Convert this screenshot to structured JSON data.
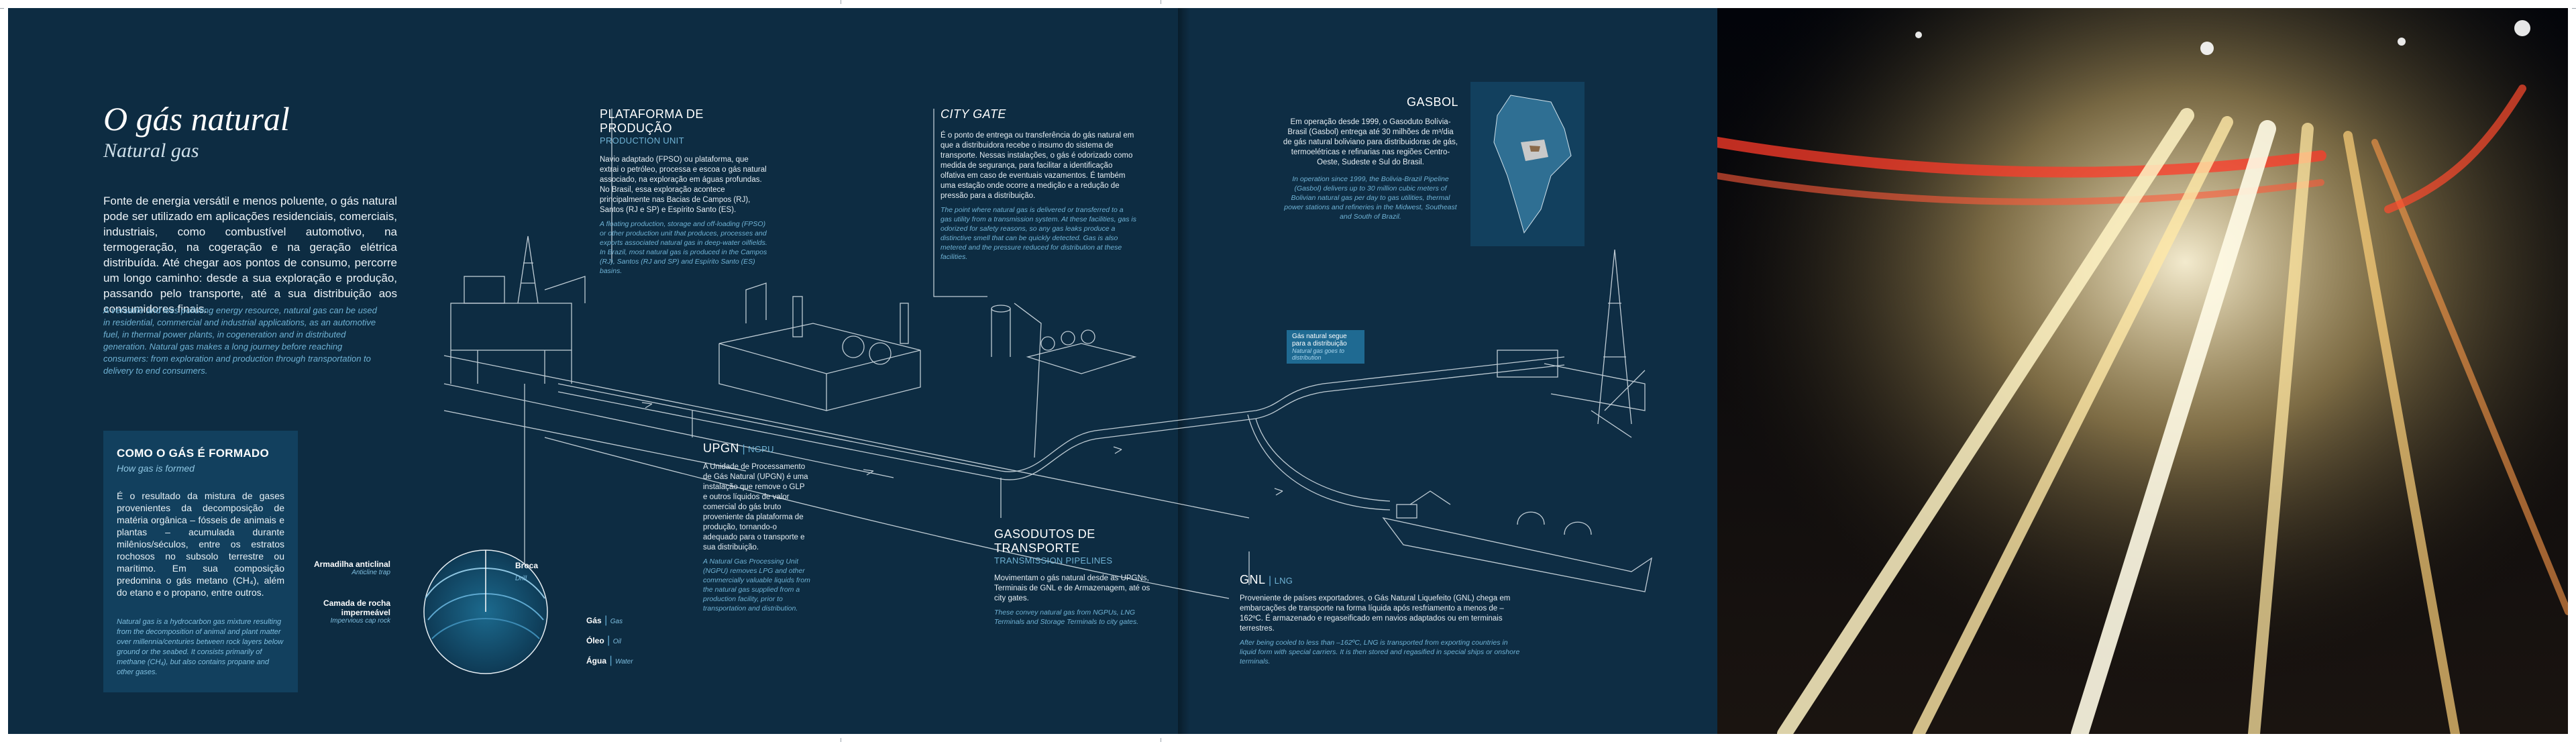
{
  "colors": {
    "background": "#0d2c42",
    "accent_blue": "#6fb2d4",
    "box": "#12405e",
    "text": "#e6eef3"
  },
  "intro": {
    "title": "O gás natural",
    "subtitle": "Natural gas",
    "text_pt": "Fonte de energia versátil e menos poluente, o gás natural pode ser utilizado em aplicações residenciais, comerciais, industriais, como combustível automotivo, na termogeração, na cogeração e na geração elétrica distribuída. Até chegar aos pontos de consumo, percorre um longo caminho: desde a sua exploração e produção, passando pelo transporte, até a sua distribuição aos consumidores finais.",
    "text_en": "A versatile and less polluting energy resource, natural gas can be used in residential, commercial and industrial applications, as an automotive fuel, in thermal power plants, in cogeneration and in distributed generation. Natural gas makes a long journey before reaching consumers: from exploration and production through transportation to delivery to end consumers."
  },
  "formation_box": {
    "title": "COMO O GÁS É FORMADO",
    "subtitle": "How gas is formed",
    "text_pt": "É o resultado da mistura de gases provenientes da decomposição de matéria orgânica – fósseis de animais e plantas – acumulada durante milênios/séculos, entre os estratos rochosos no subsolo terrestre ou marítimo. Em sua composição predomina o gás metano (CH₄), além do etano e o propano, entre outros.",
    "text_en": "Natural gas is a hydrocarbon gas mixture resulting from the decomposition of animal and plant matter over millennia/centuries between rock layers below ground or the seabed. It consists primarily of methane (CH₄), but also contains propane and other gases."
  },
  "geology": {
    "anticline": "Armadilha anticlinal",
    "anticline_en": "Anticline trap",
    "cap_rock": "Camada de rocha impermeável",
    "cap_rock_en": "Impervious cap rock",
    "drill": "Broca",
    "drill_en": "Drill",
    "gas": "Gás",
    "gas_en": "Gas",
    "oil": "Óleo",
    "oil_en": "Oil",
    "water": "Água",
    "water_en": "Water"
  },
  "platform": {
    "title": "PLATAFORMA DE PRODUÇÃO",
    "subtitle": "PRODUCTION UNIT",
    "text_pt": "Navio adaptado (FPSO) ou plataforma, que extrai o petróleo, processa e escoa o gás natural associado, na exploração em águas profundas. No Brasil, essa exploração acontece principalmente nas Bacias de Campos (RJ), Santos (RJ e SP) e Espírito Santo (ES).",
    "text_en": "A floating production, storage and off-loading (FPSO) or other production unit that produces, processes and exports associated natural gas in deep-water oilfields. In Brazil, most natural gas is produced in the Campos (RJ), Santos (RJ and SP) and Espírito Santo (ES) basins."
  },
  "city_gate": {
    "title": "CITY GATE",
    "text_pt": "É o ponto de entrega ou transferência do gás natural em que a distribuidora recebe o insumo do sistema de transporte. Nessas instalações, o gás é odorizado como medida de segurança, para facilitar a identificação olfativa em caso de eventuais vazamentos. É também uma estação onde ocorre a medição e a redução de pressão para a distribuição.",
    "text_en": "The point where natural gas is delivered or transferred to a gas utility from a transmission system. At these facilities, gas is odorized for safety reasons, so any gas leaks produce a distinctive smell that can be quickly detected. Gas is also metered and the pressure reduced for distribution at these facilities."
  },
  "gasbol": {
    "title": "GASBOL",
    "text_pt": "Em operação desde 1999, o Gasoduto Bolívia-Brasil (Gasbol) entrega até 30 milhões de m³/dia de gás natural boliviano para distribuidoras de gás, termoelétricas e refinarias nas regiões Centro-Oeste, Sudeste e Sul do Brasil.",
    "text_en": "In operation since 1999, the Bolivia-Brazil Pipeline (Gasbol) delivers up to 30 million cubic meters of Bolivian natural gas per day to gas utilities, thermal power stations and refineries in the Midwest, Southeast and South of Brazil."
  },
  "upgn": {
    "title": "UPGN",
    "subtitle": "NGPU",
    "text_pt": "A Unidade de Processamento de Gás Natural (UPGN) é uma instalação que remove o GLP e outros líquidos de valor comercial do gás bruto proveniente da plataforma de produção, tornando-o adequado para o transporte e sua distribuição.",
    "text_en": "A Natural Gas Processing Unit (NGPU) removes LPG and other commercially valuable liquids from the natural gas supplied from a production facility, prior to transportation and distribution."
  },
  "pipelines": {
    "title": "GASODUTOS DE TRANSPORTE",
    "subtitle": "TRANSMISSION PIPELINES",
    "text_pt": "Movimentam o gás natural desde as UPGNs, Terminais de GNL e de Armazenagem, até os city gates.",
    "text_en": "These convey natural gas from NGPUs, LNG Terminals and Storage Terminals to city gates."
  },
  "gnl": {
    "title": "GNL",
    "subtitle": "LNG",
    "text_pt": "Proveniente de países exportadores, o Gás Natural Liquefeito (GNL) chega em embarcações de transporte na forma líquida após resfriamento a menos de –162ºC. É armazenado e regaseificado em navios adaptados ou em terminais terrestres.",
    "text_en": "After being cooled to less than –162ºC, LNG is transported from exporting countries in liquid form with special carriers. It is then stored and regasified in special ships or onshore terminals."
  },
  "tag": {
    "text_pt": "Gás natural segue para a distribuição",
    "text_en": "Natural gas goes to distribution"
  }
}
